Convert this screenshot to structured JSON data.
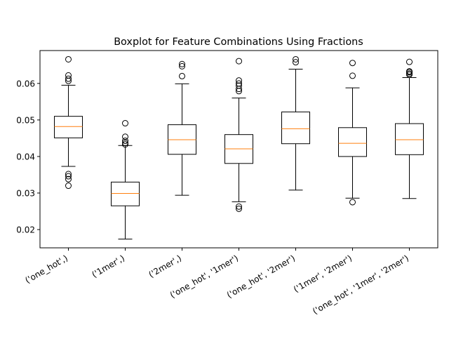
{
  "chart_data": {
    "type": "boxplot",
    "title": "Boxplot for Feature Combinations Using Fractions",
    "xlabel": "",
    "ylabel": "",
    "ylim": [
      0.015,
      0.069
    ],
    "yticks": [
      0.02,
      0.03,
      0.04,
      0.05,
      0.06
    ],
    "ytick_labels": [
      "0.02",
      "0.03",
      "0.04",
      "0.05",
      "0.06"
    ],
    "grid": false,
    "legend": "none",
    "colors": {
      "box": "#000000",
      "median": "#ff7f0e",
      "background": "#ffffff"
    },
    "categories": [
      "('one_hot',)",
      "('1mer',)",
      "('2mer',)",
      "('one_hot', '1mer')",
      "('one_hot', '2mer')",
      "('1mer', '2mer')",
      "('one_hot', '1mer', '2mer')"
    ],
    "boxes": [
      {
        "whisker_low": 0.0373,
        "q1": 0.0451,
        "median": 0.0482,
        "q3": 0.051,
        "whisker_high": 0.0595,
        "outliers": [
          0.032,
          0.0338,
          0.0346,
          0.0352,
          0.0607,
          0.0613,
          0.0622,
          0.0666
        ]
      },
      {
        "whisker_low": 0.0174,
        "q1": 0.0265,
        "median": 0.0299,
        "q3": 0.033,
        "whisker_high": 0.043,
        "outliers": [
          0.0433,
          0.0437,
          0.0443,
          0.0454,
          0.0491
        ]
      },
      {
        "whisker_low": 0.0294,
        "q1": 0.0406,
        "median": 0.0446,
        "q3": 0.0487,
        "whisker_high": 0.0599,
        "outliers": [
          0.062,
          0.0647,
          0.0653
        ]
      },
      {
        "whisker_low": 0.0276,
        "q1": 0.0381,
        "median": 0.0421,
        "q3": 0.046,
        "whisker_high": 0.056,
        "outliers": [
          0.0257,
          0.0263,
          0.0579,
          0.0585,
          0.0594,
          0.06,
          0.0608,
          0.0661
        ]
      },
      {
        "whisker_low": 0.0308,
        "q1": 0.0435,
        "median": 0.0476,
        "q3": 0.0522,
        "whisker_high": 0.0639,
        "outliers": [
          0.0658,
          0.0666
        ]
      },
      {
        "whisker_low": 0.0286,
        "q1": 0.04,
        "median": 0.0436,
        "q3": 0.0479,
        "whisker_high": 0.0588,
        "outliers": [
          0.0275,
          0.0621,
          0.0656
        ]
      },
      {
        "whisker_low": 0.0285,
        "q1": 0.0405,
        "median": 0.0446,
        "q3": 0.049,
        "whisker_high": 0.0616,
        "outliers": [
          0.0624,
          0.0627,
          0.0631,
          0.0633,
          0.0659
        ]
      }
    ]
  }
}
